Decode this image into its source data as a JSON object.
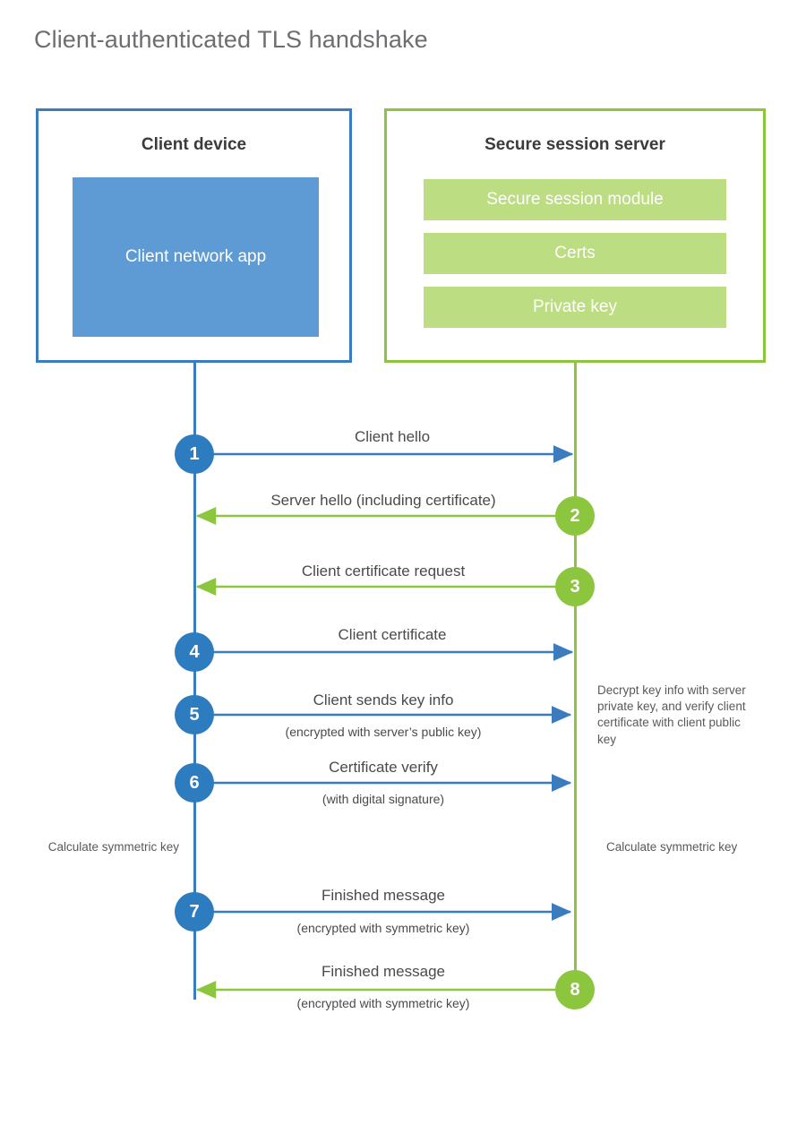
{
  "page": {
    "title": "Client-authenticated TLS handshake",
    "background": "#ffffff"
  },
  "colors": {
    "client_blue": "#3a7cbd",
    "client_app_fill": "#5e9bd5",
    "server_green": "#8cc63f",
    "server_bar_fill": "#bcdd81",
    "step_blue": "#2e7cc0",
    "title_gray": "#6d6e71",
    "text_gray": "#4a4a4c"
  },
  "client": {
    "title": "Client device",
    "app_label": "Client network app"
  },
  "server": {
    "title": "Secure session server",
    "components": [
      "Secure session module",
      "Certs",
      "Private key"
    ]
  },
  "steps": [
    {
      "number": "1",
      "label": "Client hello",
      "sublabel": "",
      "direction": "client-to-server",
      "side": "client"
    },
    {
      "number": "2",
      "label": "Server hello (including certificate)",
      "sublabel": "",
      "direction": "server-to-client",
      "side": "server"
    },
    {
      "number": "3",
      "label": "Client certificate request",
      "sublabel": "",
      "direction": "server-to-client",
      "side": "server"
    },
    {
      "number": "4",
      "label": "Client certificate",
      "sublabel": "",
      "direction": "client-to-server",
      "side": "client"
    },
    {
      "number": "5",
      "label": "Client sends key info",
      "sublabel": "(encrypted with server’s public key)",
      "direction": "client-to-server",
      "side": "client"
    },
    {
      "number": "6",
      "label": "Certificate verify",
      "sublabel": "(with digital signature)",
      "direction": "client-to-server",
      "side": "client"
    },
    {
      "number": "7",
      "label": "Finished message",
      "sublabel": "(encrypted with symmetric key)",
      "direction": "client-to-server",
      "side": "client"
    },
    {
      "number": "8",
      "label": "Finished message",
      "sublabel": "(encrypted with symmetric key)",
      "direction": "server-to-client",
      "side": "server"
    }
  ],
  "notes": {
    "server_decrypt": "Decrypt key info with server private key, and verify client certificate with client public key",
    "client_calculate": "Calculate symmetric key",
    "server_calculate": "Calculate symmetric key"
  }
}
